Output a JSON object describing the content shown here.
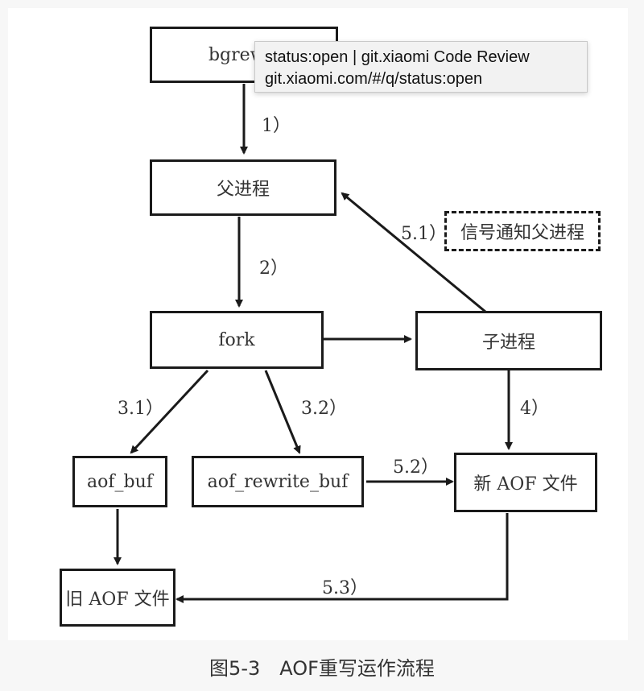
{
  "diagram": {
    "nodes": {
      "bgrewrite": "bgrewri",
      "parent": "父进程",
      "fork": "fork",
      "child": "子进程",
      "signal": "信号通知父进程",
      "aof_buf": "aof_buf",
      "aof_rewrite_buf": "aof_rewrite_buf",
      "new_aof": "新 AOF 文件",
      "old_aof": "旧 AOF 文件"
    },
    "edges": {
      "e1": "1）",
      "e2": "2）",
      "e31": "3.1）",
      "e32": "3.2）",
      "e4": "4）",
      "e51": "5.1）",
      "e52": "5.2）",
      "e53": "5.3）"
    }
  },
  "tooltip": {
    "line1": "status:open | git.xiaomi Code Review",
    "line2": "git.xiaomi.com/#/q/status:open"
  },
  "caption": "图5-3　AOF重写运作流程"
}
